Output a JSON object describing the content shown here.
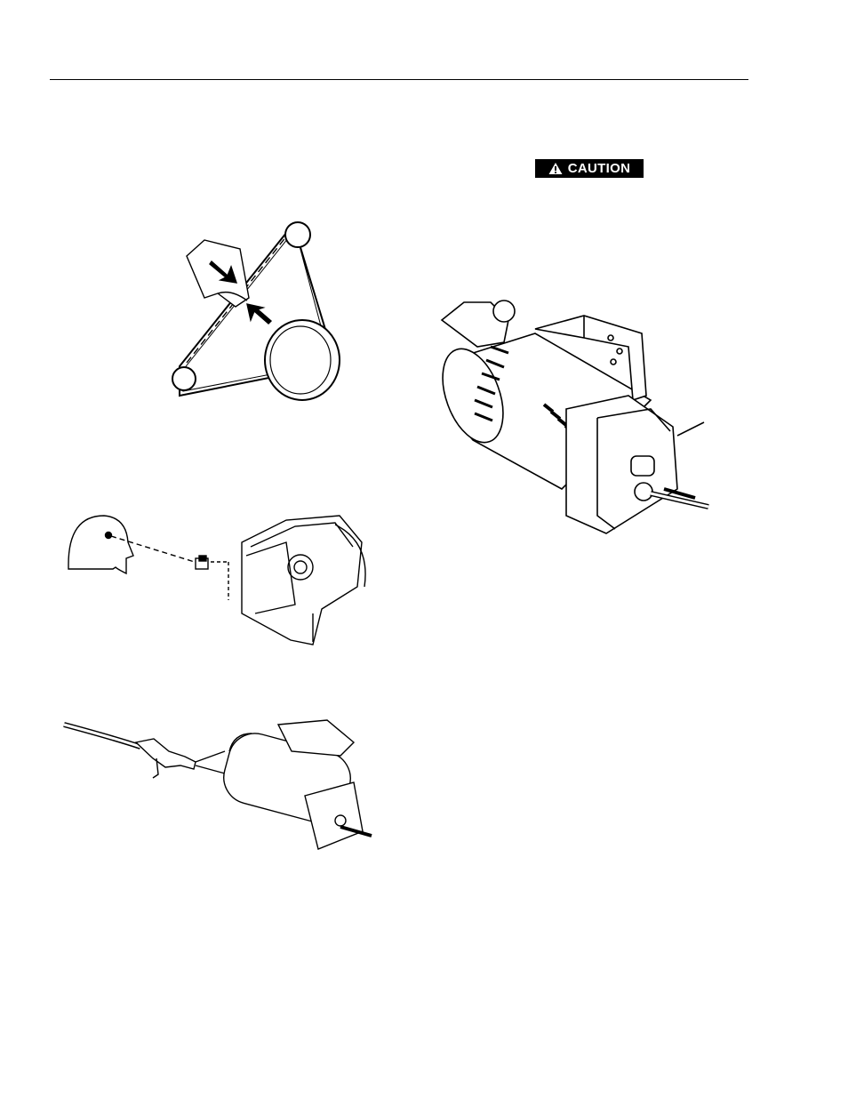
{
  "header": {
    "rule": true
  },
  "caution_box": {
    "label": "CAUTION",
    "icon": "warning-triangle-icon",
    "background": "#000000",
    "text_color": "#ffffff"
  },
  "illustrations": [
    {
      "id": "belt-tension-check",
      "icon": "hand-pressing-belt"
    },
    {
      "id": "bearing-inspection",
      "icon": "eye-inspecting-bearing"
    },
    {
      "id": "air-cleaning",
      "icon": "air-nozzle-blowing"
    },
    {
      "id": "alternator-main",
      "icon": "alternator-assembly"
    }
  ]
}
